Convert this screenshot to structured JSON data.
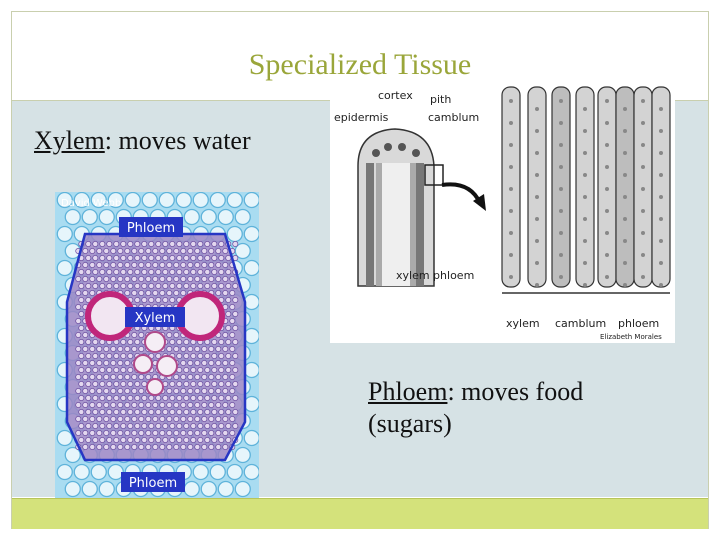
{
  "slide": {
    "title": "Specialized Tissue",
    "xylem_term": "Xylem",
    "xylem_desc": ":  moves water",
    "phloem_term": "Phloem",
    "phloem_desc": ":  moves food",
    "phloem_desc2": "(sugars)"
  },
  "micrograph": {
    "credit": "David Webb",
    "label_top": "Phloem",
    "label_mid": "Xylem",
    "label_bottom": "Phloem"
  },
  "diagram": {
    "labels": {
      "cortex": "cortex",
      "pith": "pith",
      "epidermis": "epidermis",
      "camblum_top": "camblum",
      "xylem_phloem": "xylem phloem",
      "xylem": "xylem",
      "camblum": "camblum",
      "phloem": "phloem",
      "credit": "Elizabeth Morales"
    }
  },
  "colors": {
    "title": "#9aa63a",
    "content_background": "#d6e2e5",
    "footer_bar": "#d4e27b",
    "micrograph_cells": "#8fd0ec",
    "label_box": "#2636c4"
  }
}
